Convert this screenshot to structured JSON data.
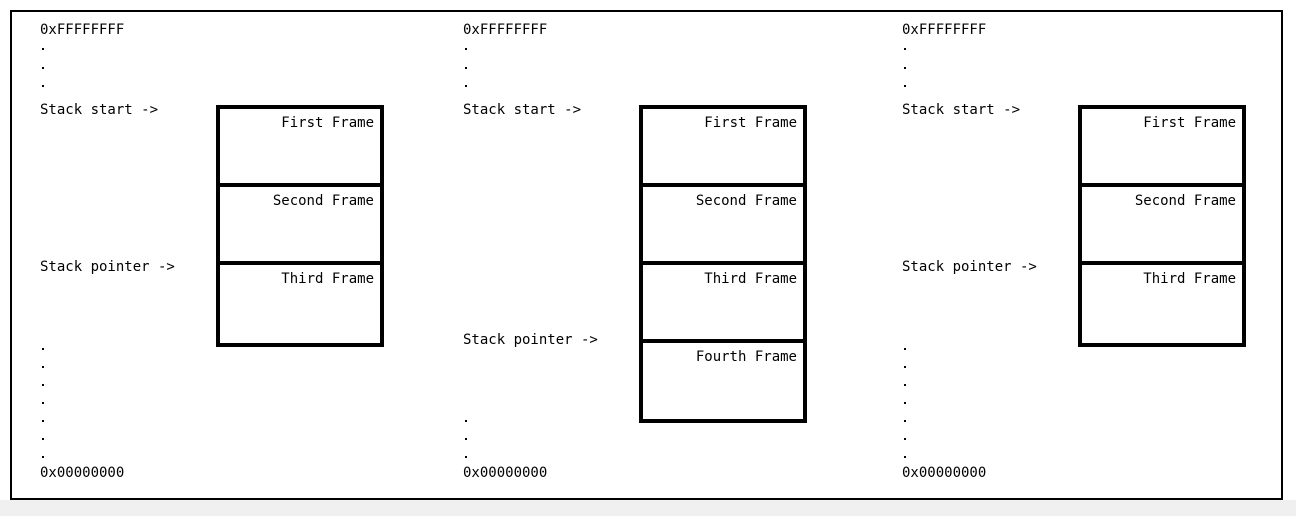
{
  "panels": [
    {
      "top_address": "0xFFFFFFFF",
      "bottom_address": "0x00000000",
      "stack_start_label": "Stack start ->",
      "stack_pointer_label": "Stack pointer ->",
      "frames": [
        "First Frame",
        "Second Frame",
        "Third Frame"
      ]
    },
    {
      "top_address": "0xFFFFFFFF",
      "bottom_address": "0x00000000",
      "stack_start_label": "Stack start ->",
      "stack_pointer_label": "Stack pointer ->",
      "frames": [
        "First Frame",
        "Second Frame",
        "Third Frame",
        "Fourth Frame"
      ]
    },
    {
      "top_address": "0xFFFFFFFF",
      "bottom_address": "0x00000000",
      "stack_start_label": "Stack start ->",
      "stack_pointer_label": "Stack pointer ->",
      "frames": [
        "First Frame",
        "Second Frame",
        "Third Frame"
      ]
    }
  ]
}
